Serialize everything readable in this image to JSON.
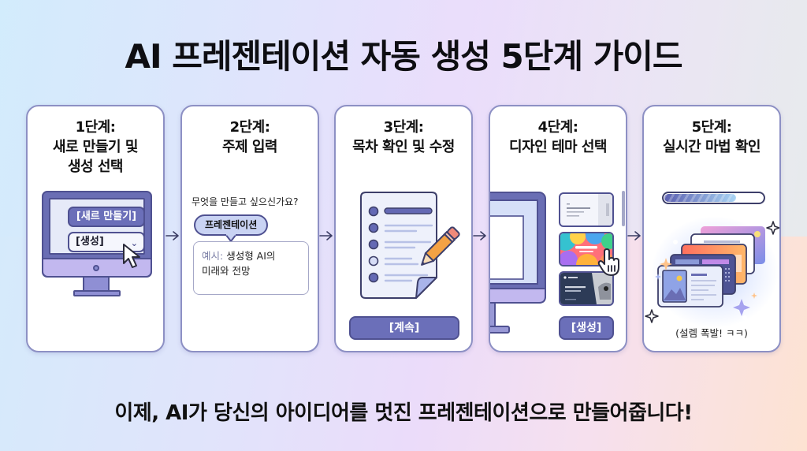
{
  "title": "AI 프레젠테이션 자동 생성 5단계 가이드",
  "footer": "이제, AI가 당신의 아이디어를 멋진 프레젠테이션으로 만들어줍니다!",
  "colors": {
    "accent": "#6b6fb9",
    "outline": "#4f5191",
    "card_border": "#8d90c4",
    "pencil": "#f4a244",
    "bg_left": "#d3ebfb",
    "bg_right": "#fde3d2"
  },
  "steps": [
    {
      "label": "1단계:",
      "title_line1": "새로 만들기 및",
      "title_line2": "생성 선택",
      "new_button": "[새르 만들기]",
      "select_value": "[생성]",
      "select_chevron": "⌄",
      "icons": [
        "monitor-icon",
        "cursor-arrow-icon"
      ]
    },
    {
      "label": "2단계:",
      "title_line1": "주제 입력",
      "question": "무엇을 만들고 싶으신가요?",
      "bubble": "프레젠테이션",
      "input_prefix": "예시:",
      "input_value_line1": " 생성형 AI의",
      "input_value_line2": "미래와 전망"
    },
    {
      "label": "3단계:",
      "title_line1": "목차 확인 및 수정",
      "button": "[계속]",
      "icons": [
        "document-list-icon",
        "pencil-icon"
      ]
    },
    {
      "label": "4단계:",
      "title_line1": "디자인 테마 선택",
      "button": "[생성]",
      "themes": [
        "light-minimal",
        "colorful-blobs",
        "dark-navy-photo"
      ],
      "icons": [
        "monitor-icon",
        "hand-pointer-icon"
      ]
    },
    {
      "label": "5단계:",
      "title_line1": "실시간 마법 확인",
      "progress_percent": 72,
      "caption": "(설렘 폭발! ㅋㅋ)",
      "icons": [
        "progress-bar",
        "slide-stack-icon",
        "sparkle-icon"
      ]
    }
  ],
  "arrow_icon": "arrow-right-icon"
}
